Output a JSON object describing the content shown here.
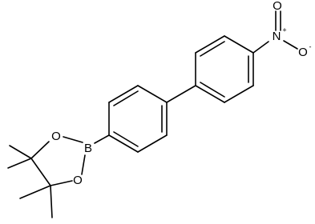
{
  "molecule": {
    "atoms": {
      "nitrogen": "N",
      "nitrogen_charge": "+",
      "oxygen_top": "O",
      "oxygen_right": "O",
      "oxygen_right_charge": "-",
      "boron": "B",
      "oxygen_ring_upper": "O",
      "oxygen_ring_lower": "O"
    }
  }
}
